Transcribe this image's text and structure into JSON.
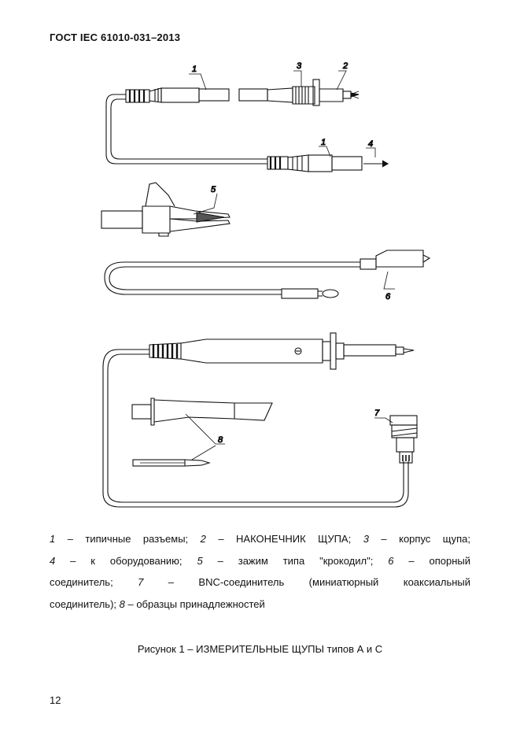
{
  "header": {
    "doc_id": "ГОСТ IEC 61010-031–2013"
  },
  "figure": {
    "labels": {
      "n1a": "1",
      "n2": "2",
      "n3": "3",
      "n1b": "1",
      "n4": "4",
      "n5": "5",
      "n6": "6",
      "n7": "7",
      "n8": "8"
    }
  },
  "caption": {
    "line1": [
      {
        "n": "1",
        "t": " – типичные разъемы; "
      },
      {
        "n": "2",
        "t": " – НАКОНЕЧНИК ЩУПА; "
      },
      {
        "n": "3",
        "t": " – корпус щупа;"
      }
    ],
    "line2": [
      {
        "n": "4",
        "t": " – к оборудованию; "
      },
      {
        "n": "5",
        "t": " – зажим типа \"крокодил\"; "
      },
      {
        "n": "6",
        "t": " – опорный"
      }
    ],
    "line3": [
      {
        "n": "",
        "t": "соединитель; "
      },
      {
        "n": "7",
        "t": " – BNC-соединитель (миниатюрный коаксиальный"
      }
    ],
    "line4": [
      {
        "n": "",
        "t": "соединитель); "
      },
      {
        "n": "8",
        "t": " – образцы принадлежностей"
      }
    ]
  },
  "figure_title": "Рисунок 1 – ИЗМЕРИТЕЛЬНЫЕ ЩУПЫ типов А и С",
  "page_number": "12"
}
